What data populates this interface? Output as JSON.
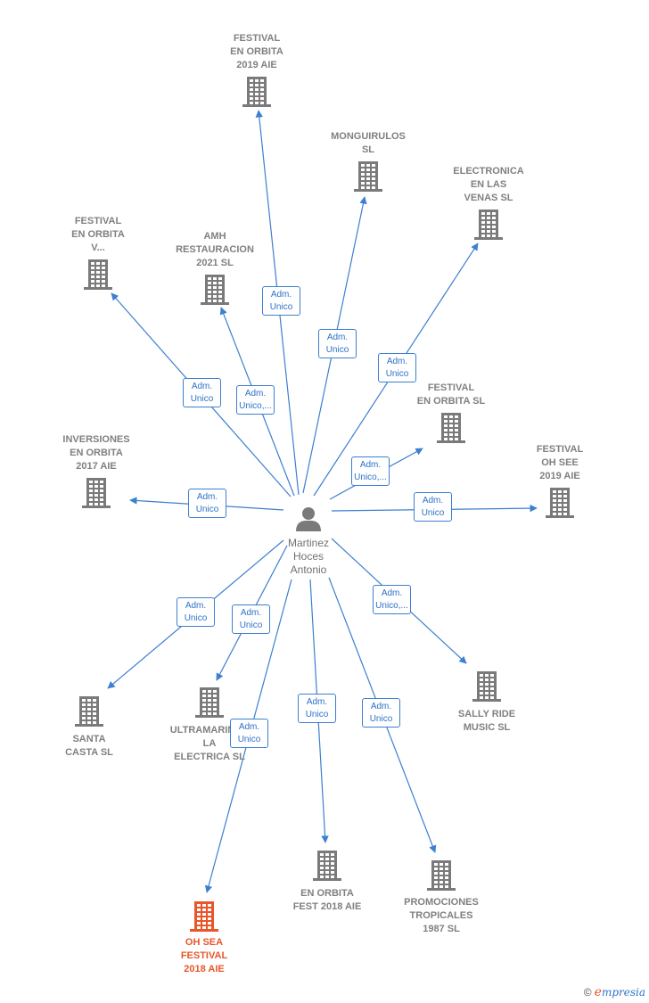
{
  "colors": {
    "edge": "#3d7fd0",
    "building": "#7a7a7a",
    "building_highlight": "#e8562a",
    "person": "#7a7a7a"
  },
  "center": {
    "label": "Martinez\nHoces\nAntonio",
    "icon": "person-icon"
  },
  "nodes": [
    {
      "id": "festival-orbita-2019",
      "label": "FESTIVAL\nEN ORBITA\n2019  AIE",
      "edge_label": "Adm.\nUnico",
      "highlight": false
    },
    {
      "id": "monguirulos",
      "label": "MONGUIRULOS\nSL",
      "edge_label": "Adm.\nUnico",
      "highlight": false
    },
    {
      "id": "electronica-venas",
      "label": "ELECTRONICA\nEN LAS\nVENAS  SL",
      "edge_label": "Adm.\nUnico",
      "highlight": false
    },
    {
      "id": "festival-orbita-v",
      "label": "FESTIVAL\nEN ORBITA\nV...",
      "edge_label": "Adm.\nUnico",
      "highlight": false
    },
    {
      "id": "amh-restauracion",
      "label": "AMH\nRESTAURACION\n2021  SL",
      "edge_label": "Adm.\nUnico,...",
      "highlight": false
    },
    {
      "id": "festival-orbita-sl",
      "label": "FESTIVAL\nEN ORBITA  SL",
      "edge_label": "Adm.\nUnico,...",
      "highlight": false
    },
    {
      "id": "festival-oh-see",
      "label": "FESTIVAL\nOH SEE\n2019  AIE",
      "edge_label": "Adm.\nUnico",
      "highlight": false
    },
    {
      "id": "inversiones-orbita",
      "label": "INVERSIONES\nEN ORBITA\n2017  AIE",
      "edge_label": "Adm.\nUnico",
      "highlight": false
    },
    {
      "id": "santa-casta",
      "label": "SANTA\nCASTA  SL",
      "edge_label": "Adm.\nUnico",
      "highlight": false
    },
    {
      "id": "ultramarinos",
      "label": "ULTRAMARINOS\nLA\nELECTRICA  SL",
      "edge_label": "Adm.\nUnico",
      "highlight": false
    },
    {
      "id": "oh-sea-festival",
      "label": "OH SEA\nFESTIVAL\n2018  AIE",
      "edge_label": "Adm.\nUnico",
      "highlight": true
    },
    {
      "id": "en-orbita-fest",
      "label": "EN ORBITA\nFEST 2018  AIE",
      "edge_label": "Adm.\nUnico",
      "highlight": false
    },
    {
      "id": "promociones-tropicales",
      "label": "PROMOCIONES\nTROPICALES\n1987  SL",
      "edge_label": "Adm.\nUnico",
      "highlight": false
    },
    {
      "id": "sally-ride",
      "label": "SALLY RIDE\nMUSIC  SL",
      "edge_label": "Adm.\nUnico,...",
      "highlight": false
    }
  ],
  "footer": {
    "copyright": "©",
    "brand_initial": "e",
    "brand_rest": "mpresia"
  }
}
